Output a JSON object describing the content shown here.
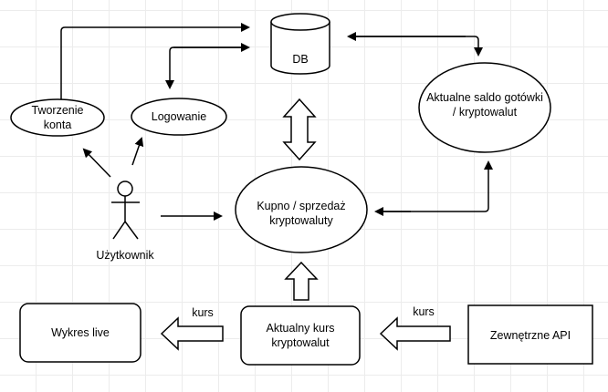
{
  "nodes": {
    "db": {
      "label": "DB"
    },
    "tworzenie_konta": {
      "label": "Tworzenie\nkonta"
    },
    "logowanie": {
      "label": "Logowanie"
    },
    "saldo": {
      "label": "Aktualne saldo gotówki\n/ kryptowalut"
    },
    "kupno": {
      "label": "Kupno / sprzedaż\nkryptowaluty"
    },
    "uzytkownik": {
      "label": "Użytkownik"
    },
    "wykres": {
      "label": "Wykres live"
    },
    "kurs_box": {
      "label": "Aktualny kurs\nkryptowalut"
    },
    "api": {
      "label": "Zewnętrzne API"
    }
  },
  "edge_labels": {
    "kurs_left": "kurs",
    "kurs_right": "kurs"
  },
  "colors": {
    "stroke": "#000000",
    "fill": "#ffffff",
    "grid": "#ececec"
  }
}
